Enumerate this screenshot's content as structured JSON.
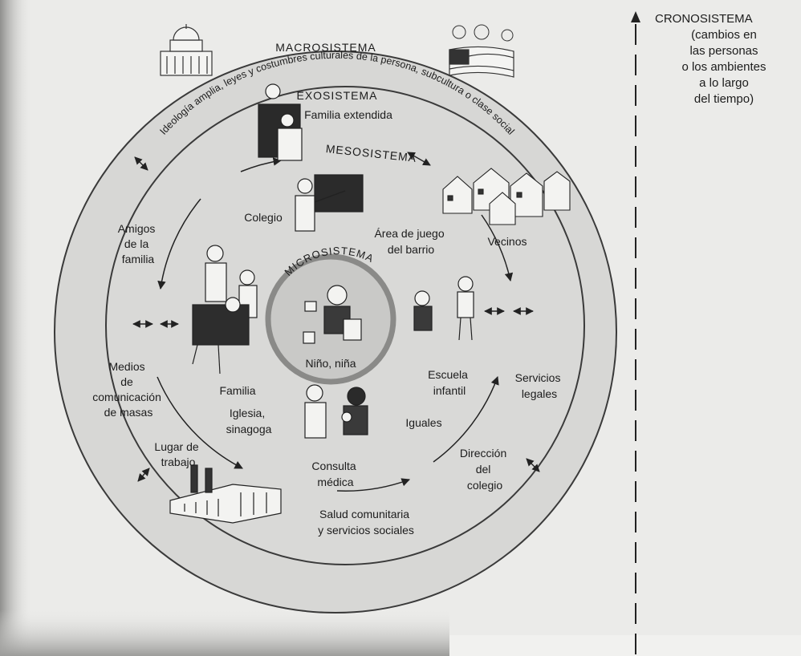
{
  "chronosystem": {
    "title": "CRONOSISTEMA",
    "description": "(cambios en\nlas personas\no los ambientes\na lo largo\ndel tiempo)"
  },
  "macrosystem": {
    "title": "MACROSISTEMA",
    "arc_text": "Ideología amplia, leyes y costumbres culturales de la persona, subcultura o clase social"
  },
  "exosystem": {
    "title": "EXOSISTEMA",
    "items": {
      "extended_family": "Familia extendida",
      "family_friends": [
        "Amigos",
        "de la",
        "familia"
      ],
      "neighbors": "Vecinos",
      "legal_services": [
        "Servicios",
        "legales"
      ],
      "mass_media": [
        "Medios",
        "de",
        "comunicación",
        "de masas"
      ],
      "workplace": [
        "Lugar de",
        "trabajo"
      ],
      "school_board": [
        "Dirección",
        "del",
        "colegio"
      ],
      "community_health": [
        "Salud comunitaria",
        "y servicios sociales"
      ]
    }
  },
  "mesosystem": {
    "title": "MESOSISTEMA"
  },
  "microsystem": {
    "title": "MICROSISTEMA",
    "center": "Niño, niña",
    "items": {
      "school": "Colegio",
      "playground": [
        "Área de juego",
        "del barrio"
      ],
      "family": "Familia",
      "church": [
        "Iglesia,",
        "sinagoga"
      ],
      "preschool": [
        "Escuela",
        "infantil"
      ],
      "peers": "Iguales",
      "medical": [
        "Consulta",
        "médica"
      ]
    }
  }
}
